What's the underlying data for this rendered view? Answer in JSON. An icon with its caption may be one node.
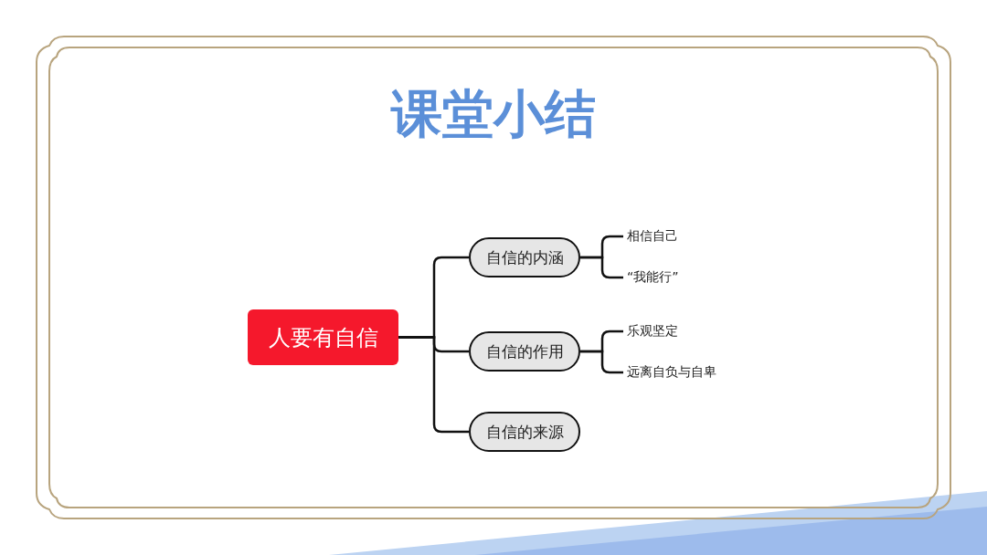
{
  "diagram": {
    "title": "课堂小结",
    "nodes": [
      {
        "text": [
          "人要有自信"
        ]
      },
      {
        "text": [
          "自信的内涵"
        ]
      },
      {
        "text": [
          "相信自己"
        ]
      },
      {
        "text": [
          "“我能行”"
        ]
      },
      {
        "text": [
          "自信的作用"
        ]
      },
      {
        "text": [
          "乐观坚定"
        ]
      },
      {
        "text": [
          "远离自负与自卑"
        ]
      },
      {
        "text": [
          "自信的来源"
        ]
      }
    ],
    "edges": [
      {
        "from": 0,
        "to": 1,
        "arrow": "none"
      },
      {
        "from": 0,
        "to": 4,
        "arrow": "none"
      },
      {
        "from": 0,
        "to": 7,
        "arrow": "none"
      },
      {
        "from": 1,
        "to": 2,
        "arrow": "none"
      },
      {
        "from": 1,
        "to": 3,
        "arrow": "none"
      },
      {
        "from": 4,
        "to": 5,
        "arrow": "none"
      },
      {
        "from": 4,
        "to": 6,
        "arrow": "none"
      }
    ]
  }
}
